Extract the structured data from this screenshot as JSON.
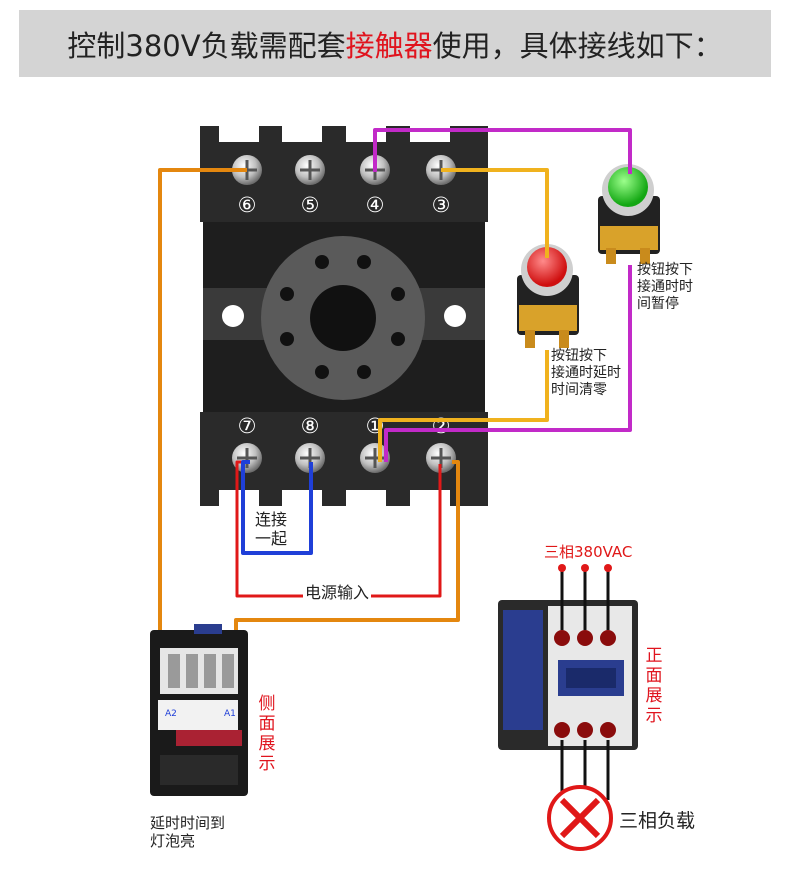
{
  "banner": {
    "text_before": "控制380V负载需配套",
    "highlight": "接触器",
    "text_after": "使用，具体接线如下："
  },
  "relay": {
    "top_terminals": [
      "⑥",
      "⑤",
      "④",
      "③"
    ],
    "bottom_terminals": [
      "⑦",
      "⑧",
      "①",
      "②"
    ]
  },
  "labels": {
    "link": [
      "连接",
      "一起"
    ],
    "power_input": "电源输入",
    "green_button": [
      "按钮按下",
      "接通时时",
      "间暂停"
    ],
    "red_button": [
      "按钮按下",
      "接通时延时",
      "时间清零"
    ],
    "three_phase": "三相380VAC",
    "front_view": "正面展示",
    "side_view": "侧面展示",
    "lamp_note": [
      "延时时间到",
      "灯泡亮"
    ],
    "load": "三相负载"
  },
  "colors": {
    "highlight": "#e0141e",
    "wire_orange": "#e4870f",
    "wire_yellow": "#f0b21e",
    "wire_purple": "#c22ac8",
    "wire_red": "#e01818",
    "wire_blue": "#1f3fd8",
    "relay_body": "#2a2a2a"
  }
}
